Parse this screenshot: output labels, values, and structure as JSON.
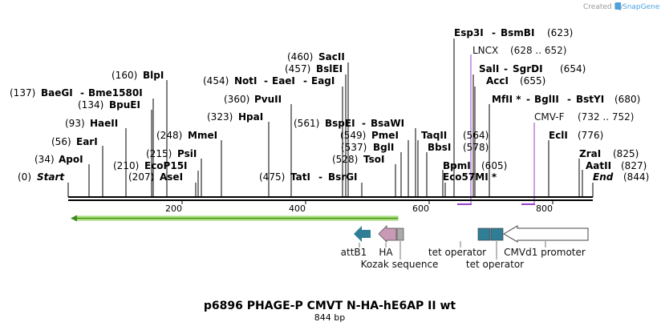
{
  "credit": {
    "text": "Created by",
    "brand": "SnapGene"
  },
  "title": "p6896 PHAGE-P CMVT N-HA-hE6AP II wt",
  "subtitle": "844 bp",
  "axis_labels": [
    "200",
    "400",
    "600",
    "800"
  ],
  "sites": {
    "start": {
      "pos": "(0)",
      "name": "Start"
    },
    "apoi": {
      "pos": "(34)",
      "name": "ApoI"
    },
    "eari": {
      "pos": "(56)",
      "name": "EarI"
    },
    "haeii": {
      "pos": "(93)",
      "name": "HaeII"
    },
    "bpuei": {
      "pos": "(134)",
      "name": "BpuEI"
    },
    "baegi": {
      "pos": "(137)",
      "name": "BaeGI",
      "name2": "Bme1580I"
    },
    "blpi": {
      "pos": "(160)",
      "name": "BlpI"
    },
    "asei": {
      "pos": "(207)",
      "name": "AseI"
    },
    "ecop15i": {
      "pos": "(210)",
      "name": "EcoP15I"
    },
    "psii": {
      "pos": "(215)",
      "name": "PsiI"
    },
    "mmei": {
      "pos": "(248)",
      "name": "MmeI"
    },
    "hpai": {
      "pos": "(323)",
      "name": "HpaI"
    },
    "pvuii": {
      "pos": "(360)",
      "name": "PvuII"
    },
    "noti": {
      "pos": "(454)",
      "name": "NotI",
      "name2": "EaeI",
      "name3": "EagI"
    },
    "bslei": {
      "pos": "(457)",
      "name": "BslEI"
    },
    "saci": {
      "pos": "(460)",
      "name": "SacII"
    },
    "tati": {
      "pos": "(475)",
      "name": "TatI",
      "name2": "BsrGI"
    },
    "tsoi": {
      "pos": "(528)",
      "name": "TsoI"
    },
    "bgli": {
      "pos": "(537)",
      "name": "BglI"
    },
    "pmei": {
      "pos": "(549)",
      "name": "PmeI"
    },
    "bspei": {
      "pos": "(561)",
      "name": "BspEI",
      "name2": "BsaWI"
    },
    "taqii": {
      "pos": "(564)",
      "name": "TaqII"
    },
    "bbsi": {
      "pos": "(578)",
      "name": "BbsI"
    },
    "bpmi": {
      "name": "BpmI"
    },
    "eco57mi": {
      "name": "Eco57MI *"
    },
    "x605": {
      "pos": "(605)"
    },
    "esp3i": {
      "pos": "(623)",
      "name": "Esp3I",
      "name2": "BsmBI"
    },
    "sali": {
      "pos": "(654)",
      "name": "SalI",
      "name2": "SgrDI"
    },
    "acci": {
      "pos": "(655)",
      "name": "AccI"
    },
    "mfli": {
      "pos": "(680)",
      "name": "MfII *",
      "name2": "BglII",
      "name3": "BstYI"
    },
    "ecli": {
      "pos": "(776)",
      "name": "EclI"
    },
    "zrai": {
      "pos": "(825)",
      "name": "ZraI"
    },
    "aatii": {
      "pos": "(827)",
      "name": "AatII"
    },
    "end": {
      "pos": "(844)",
      "name": "End"
    }
  },
  "primers": {
    "lncx": {
      "name": "LNCX",
      "range": "(628 .. 652)"
    },
    "cmvf": {
      "name": "CMV-F",
      "range": "(732 .. 752)"
    }
  },
  "features": {
    "attb1": "attB1",
    "ha": "HA",
    "kozak": "Kozak sequence",
    "tet1": "tet operator",
    "tet2": "tet operator",
    "cmvd1": "CMVd1 promoter"
  },
  "colors": {
    "attb1": "#2f7e96",
    "ha": "#c99ab5",
    "kozak": "#aaaaaa",
    "tet": "#2f7e96",
    "primer": "#9a3fc9",
    "orf": "#b8f08a"
  }
}
